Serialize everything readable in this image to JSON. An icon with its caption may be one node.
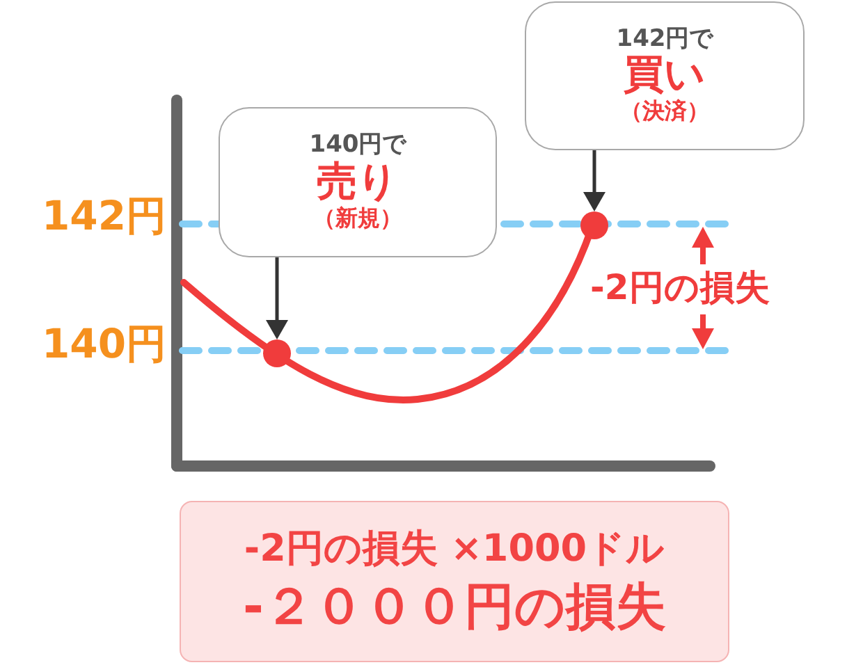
{
  "diagram": {
    "nodes": [
      {
        "text": [
          "140円で",
          "売り",
          "（新規）"
        ]
      },
      {
        "text": [
          "142円で",
          "買い",
          "（決済）"
        ]
      },
      {
        "text": [],
        "shape": "circle"
      },
      {
        "text": [],
        "shape": "circle"
      },
      {
        "text": [
          "-2円の損失 ×1000ドル",
          "-２０００円の損失"
        ]
      }
    ],
    "edges": [
      {
        "from": 0,
        "to": 2,
        "arrow": "to"
      },
      {
        "from": 1,
        "to": 3,
        "arrow": "to"
      }
    ],
    "labels": [
      "142円",
      "140円",
      "-2円の損失"
    ]
  }
}
